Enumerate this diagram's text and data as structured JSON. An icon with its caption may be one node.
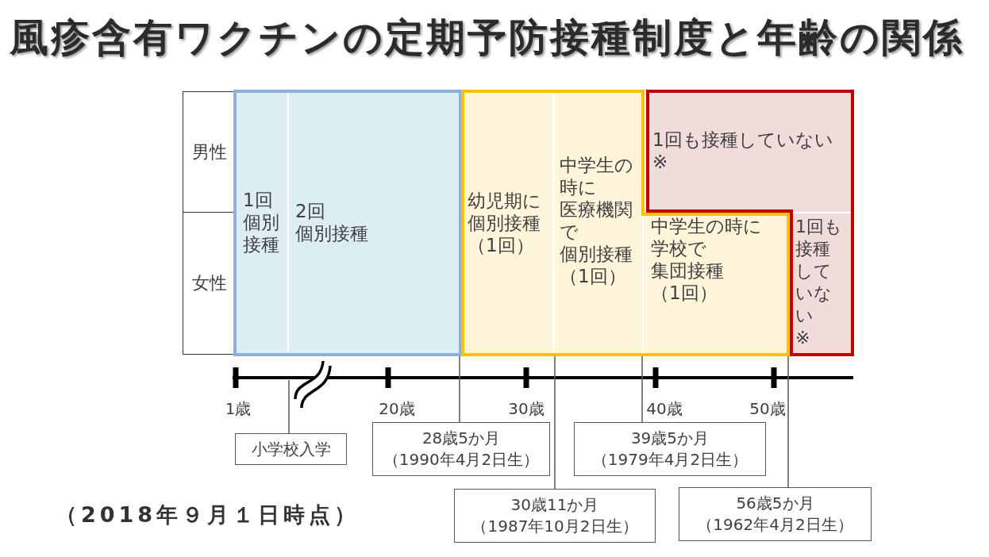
{
  "diagram": {
    "title": "風疹含有ワクチンの定期予防接種制度と年齢の関係",
    "caption": "（2018年９月１日時点）",
    "nodes": [
      {
        "text": [
          "男性"
        ]
      },
      {
        "text": [
          "女性"
        ]
      },
      {
        "text": [],
        "shape": "box"
      },
      {
        "text": [
          "1回個別接種"
        ],
        "in": 2
      },
      {
        "text": [
          "2回個別接種"
        ],
        "in": 2
      },
      {
        "text": [],
        "shape": "box"
      },
      {
        "text": [
          "幼児期に個別接種（1回）"
        ],
        "in": 5
      },
      {
        "text": [
          "中学生の時に医療機関で個別接種（1回）"
        ],
        "in": 5
      },
      {
        "text": [
          "中学生の時に学校で集団接種（1回）"
        ],
        "in": 5
      },
      {
        "text": [],
        "shape": "box"
      },
      {
        "text": [
          "1回も接種していない※"
        ],
        "in": 9
      },
      {
        "text": [
          "1回も接種していない※"
        ],
        "in": 9
      },
      {
        "text": [
          "小学校入学"
        ]
      },
      {
        "text": [
          "28歳5か月（1990年4月2日生）"
        ]
      },
      {
        "text": [
          "39歳5か月（1979年4月2日生）"
        ]
      },
      {
        "text": [
          "30歳11か月（1987年10月2日生）"
        ]
      },
      {
        "text": [
          "56歳5か月（1962年4月2日生）"
        ]
      }
    ],
    "edges": [
      {
        "from": 12,
        "to": 2,
        "arrow": "none"
      },
      {
        "from": 13,
        "to": 2,
        "arrow": "none"
      },
      {
        "from": 14,
        "to": 5,
        "arrow": "none"
      },
      {
        "from": 15,
        "to": 5,
        "arrow": "none"
      },
      {
        "from": 16,
        "to": 9,
        "arrow": "none"
      }
    ],
    "labels": [
      "1歳",
      "20歳",
      "30歳",
      "40歳",
      "50歳"
    ]
  }
}
